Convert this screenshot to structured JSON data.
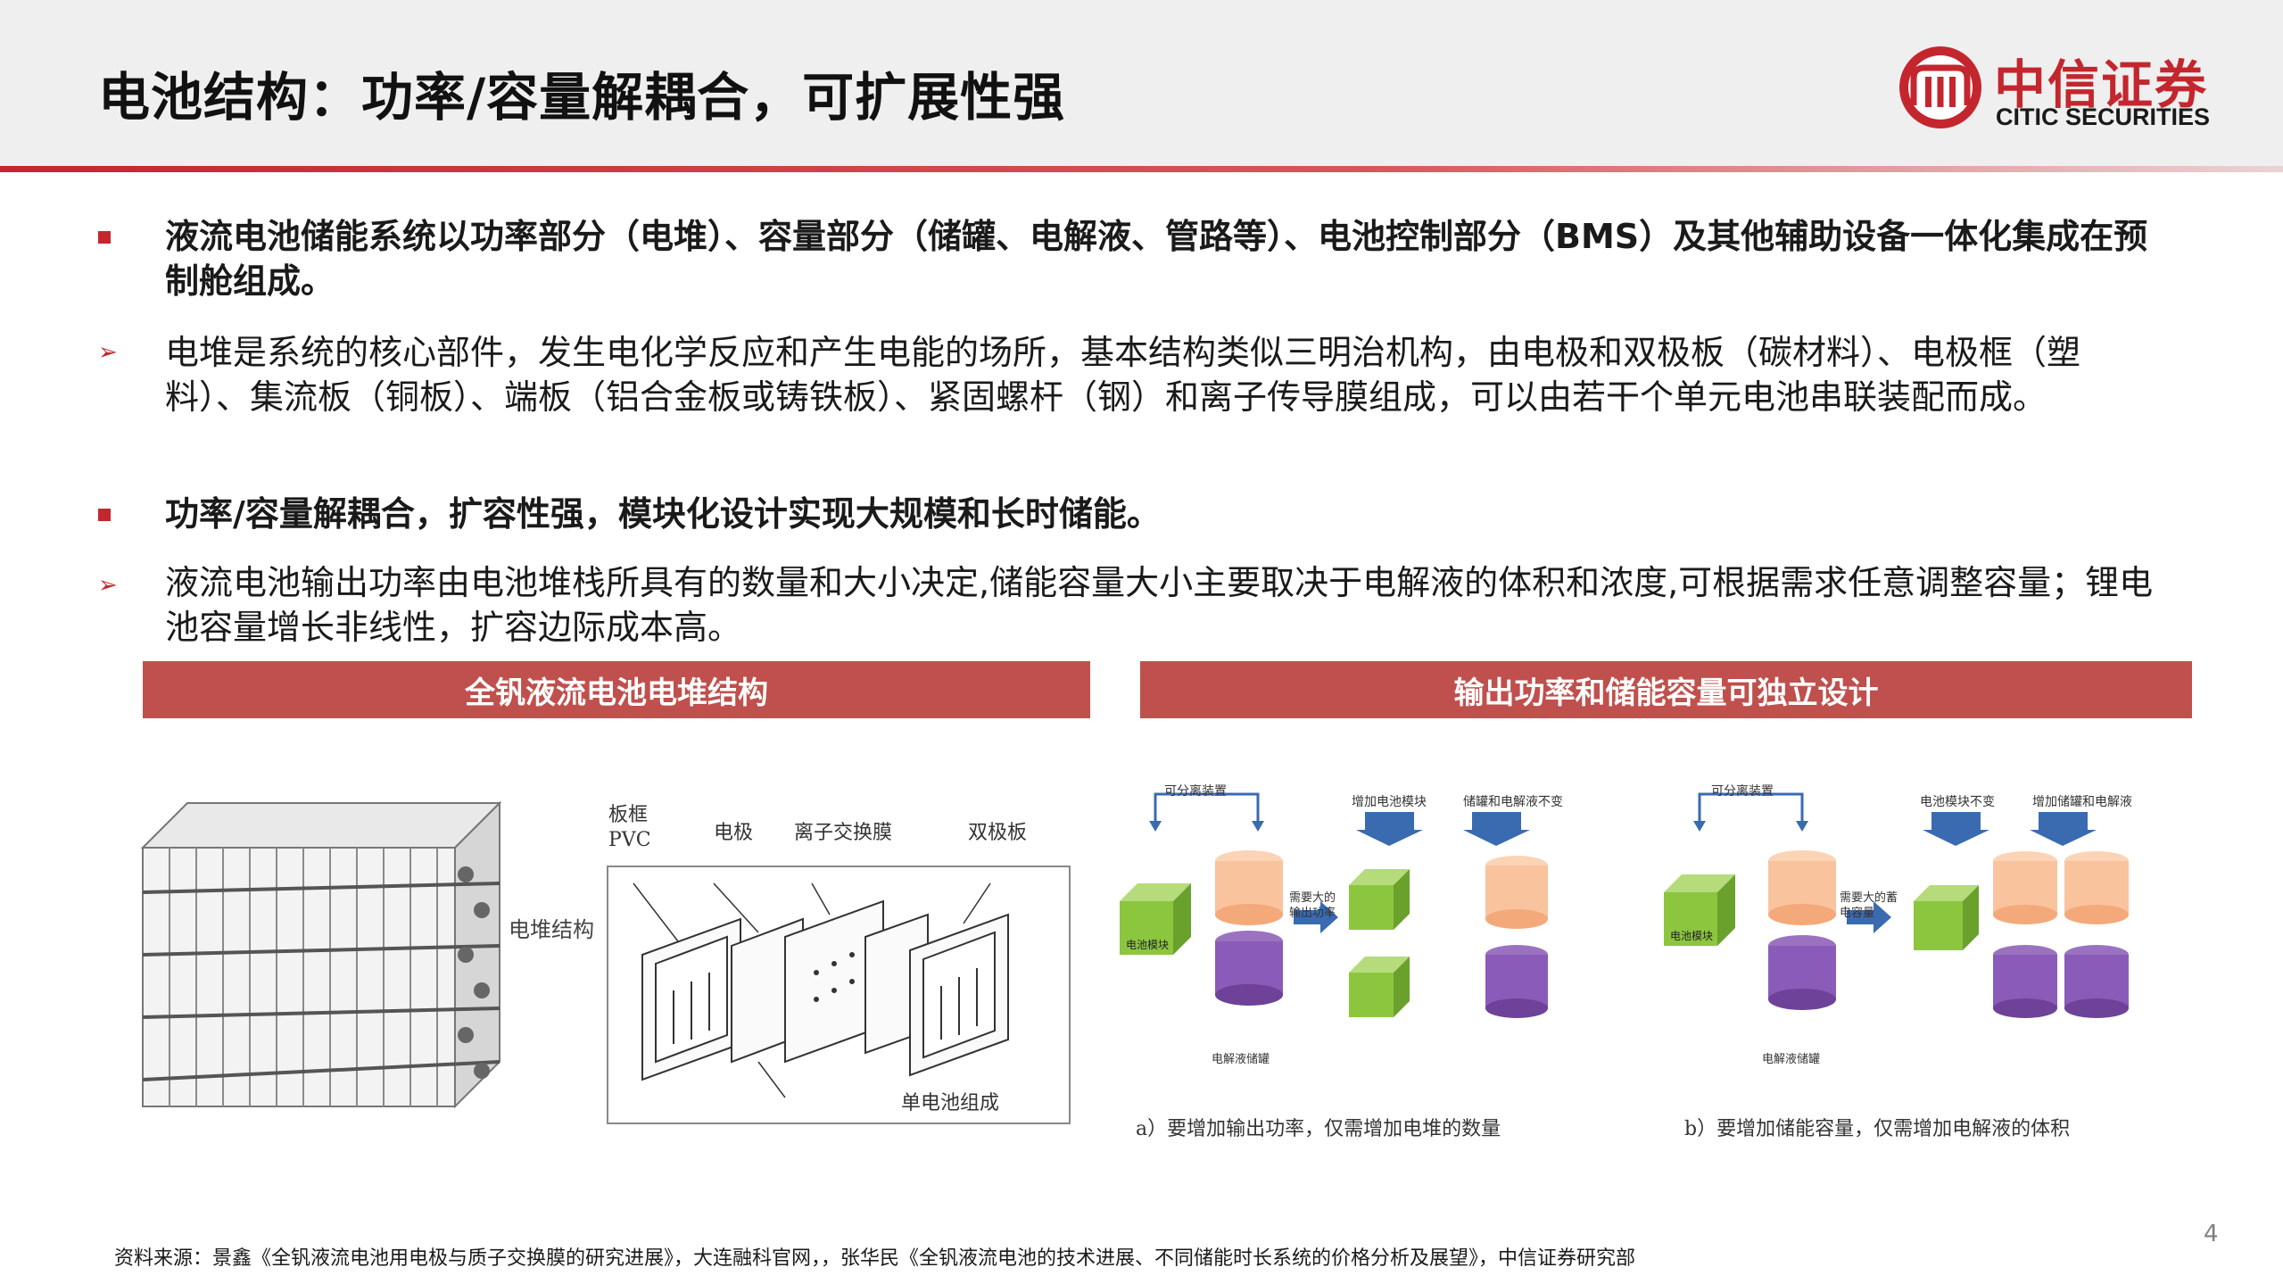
{
  "title": "电池结构：功率/容量解耦合，可扩展性强",
  "logo": {
    "cn": "中信证券",
    "en": "CITIC SECURITIES",
    "icon": "citic-logo-icon",
    "brand_color": "#c4262e"
  },
  "points": [
    {
      "style": "square-bullet",
      "text": "液流电池储能系统以功率部分（电堆）、容量部分（储罐、电解液、管路等）、电池控制部分（BMS）及其他辅助设备一体化集成在预制舱组成。"
    },
    {
      "style": "arrow-bullet",
      "text": "电堆是系统的核心部件，发生电化学反应和产生电能的场所，基本结构类似三明治机构，由电极和双极板（碳材料）、电极框（塑料）、集流板（铜板）、端板（铝合金板或铸铁板）、紧固螺杆（钢）和离子传导膜组成，可以由若干个单元电池串联装配而成。"
    },
    {
      "style": "square-bullet",
      "text": "功率/容量解耦合，扩容性强，模块化设计实现大规模和长时储能。"
    },
    {
      "style": "arrow-bullet",
      "text": "液流电池输出功率由电池堆栈所具有的数量和大小决定,储能容量大小主要取决于电解液的体积和浓度,可根据需求任意调整容量；锂电池容量增长非线性，扩容边际成本高。"
    }
  ],
  "figures": {
    "left_caption": "全钒液流电池电堆结构",
    "right_caption": "输出功率和储能容量可独立设计",
    "stack_label": "电堆结构",
    "cell_labels": {
      "frame": "板框",
      "pvc": "PVC",
      "electrode": "电极",
      "membrane": "离子交换膜",
      "bipolar": "双极板",
      "single_cell": "单电池组成"
    },
    "diagram_a": {
      "detachable": "可分离装置",
      "add_module": "增加电池模块",
      "tank_unchanged": "储罐和电解液不变",
      "need": "需要大的输出功率",
      "module": "电池模块",
      "tank": "电解液储罐",
      "caption": "a）要增加输出功率，仅需增加电堆的数量"
    },
    "diagram_b": {
      "detachable": "可分离装置",
      "module_unchanged": "电池模块不变",
      "add_tank": "增加储罐和电解液",
      "need": "需要大的蓄电容量",
      "module": "电池模块",
      "tank": "电解液储罐",
      "caption": "b）要增加储能容量，仅需增加电解液的体积"
    }
  },
  "source": "资料来源：景鑫《全钒液流电池用电极与质子交换膜的研究进展》，大连融科官网，，张华民《全钒液流电池的技术进展、不同储能时长系统的价格分析及展望》，中信证券研究部",
  "page_number": "4"
}
